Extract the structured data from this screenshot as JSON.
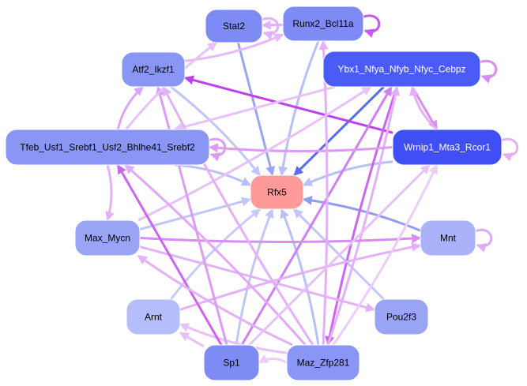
{
  "graph": {
    "target": "Rfx5",
    "nodes": [
      {
        "id": "Stat2",
        "label": "Stat2",
        "fill": "#7f8bf5",
        "text_color": "#000000"
      },
      {
        "id": "Runx2_Bcl11a",
        "label": "Runx2_Bcl11a",
        "fill": "#7f8bf5",
        "text_color": "#000000"
      },
      {
        "id": "Atf2_Ikzf1",
        "label": "Atf2_Ikzf1",
        "fill": "#8a96f5",
        "text_color": "#000000"
      },
      {
        "id": "Ybx1_Nfya_Nfyb_Nfyc_Cebpz",
        "label": "Ybx1_Nfya_Nfyb_Nfyc_Cebpz",
        "fill": "#4a5cf5",
        "text_color": "#ffffff"
      },
      {
        "id": "Tfeb_Usf1_Srebf1_Usf2_Bhlhe41_Srebf2",
        "label": "Tfeb_Usf1_Srebf1_Usf2_Bhlhe41_Srebf2",
        "fill": "#8a96f5",
        "text_color": "#000000"
      },
      {
        "id": "Wrnip1_Mta3_Rcor1",
        "label": "Wrnip1_Mta3_Rcor1",
        "fill": "#3f4ff5",
        "text_color": "#ffffff"
      },
      {
        "id": "Rfx5",
        "label": "Rfx5",
        "fill": "#ff9a9a",
        "text_color": "#000000"
      },
      {
        "id": "Max_Mycn",
        "label": "Max_Mycn",
        "fill": "#9aa4f5",
        "text_color": "#000000"
      },
      {
        "id": "Mnt",
        "label": "Mnt",
        "fill": "#aab2fa",
        "text_color": "#000000"
      },
      {
        "id": "Arnt",
        "label": "Arnt",
        "fill": "#b6bdfb",
        "text_color": "#000000"
      },
      {
        "id": "Pou2f3",
        "label": "Pou2f3",
        "fill": "#9aa4f5",
        "text_color": "#000000"
      },
      {
        "id": "Sp1",
        "label": "Sp1",
        "fill": "#7f8bf5",
        "text_color": "#000000"
      },
      {
        "id": "Maz_Zfp281",
        "label": "Maz_Zfp281",
        "fill": "#8a96f5",
        "text_color": "#000000"
      }
    ],
    "edges": [
      {
        "from": "Stat2",
        "to": "Rfx5",
        "color": "#9aa6f5"
      },
      {
        "from": "Runx2_Bcl11a",
        "to": "Rfx5",
        "color": "#b8c0f8"
      },
      {
        "from": "Atf2_Ikzf1",
        "to": "Rfx5",
        "color": "#c0c6f8"
      },
      {
        "from": "Ybx1_Nfya_Nfyb_Nfyc_Cebpz",
        "to": "Rfx5",
        "color": "#5a6bf0"
      },
      {
        "from": "Tfeb_Usf1_Srebf1_Usf2_Bhlhe41_Srebf2",
        "to": "Rfx5",
        "color": "#b8c0f8"
      },
      {
        "from": "Wrnip1_Mta3_Rcor1",
        "to": "Rfx5",
        "color": "#b8c0f8"
      },
      {
        "from": "Max_Mycn",
        "to": "Rfx5",
        "color": "#c0c6f8"
      },
      {
        "from": "Mnt",
        "to": "Rfx5",
        "color": "#8f9cf3"
      },
      {
        "from": "Arnt",
        "to": "Rfx5",
        "color": "#c6ccfa"
      },
      {
        "from": "Pou2f3",
        "to": "Rfx5",
        "color": "#c0c6f8"
      },
      {
        "from": "Sp1",
        "to": "Rfx5",
        "color": "#c0c6f8"
      },
      {
        "from": "Maz_Zfp281",
        "to": "Rfx5",
        "color": "#b8c0f8"
      },
      {
        "from": "Wrnip1_Mta3_Rcor1",
        "to": "Atf2_Ikzf1",
        "color": "#c040f0"
      },
      {
        "from": "Atf2_Ikzf1",
        "to": "Runx2_Bcl11a",
        "color": "#e8b8f8"
      },
      {
        "from": "Tfeb_Usf1_Srebf1_Usf2_Bhlhe41_Srebf2",
        "to": "Atf2_Ikzf1",
        "color": "#dca6f6"
      },
      {
        "from": "Ybx1_Nfya_Nfyb_Nfyc_Cebpz",
        "to": "Wrnip1_Mta3_Rcor1",
        "color": "#d88cf4"
      },
      {
        "from": "Wrnip1_Mta3_Rcor1",
        "to": "Ybx1_Nfya_Nfyb_Nfyc_Cebpz",
        "color": "#e4b0f8"
      },
      {
        "from": "Ybx1_Nfya_Nfyb_Nfyc_Cebpz",
        "to": "Maz_Zfp281",
        "color": "#cc66f2"
      },
      {
        "from": "Sp1",
        "to": "Ybx1_Nfya_Nfyb_Nfyc_Cebpz",
        "color": "#d080f4"
      },
      {
        "from": "Maz_Zfp281",
        "to": "Ybx1_Nfya_Nfyb_Nfyc_Cebpz",
        "color": "#e4b0f8"
      },
      {
        "from": "Wrnip1_Mta3_Rcor1",
        "to": "Tfeb_Usf1_Srebf1_Usf2_Bhlhe41_Srebf2",
        "color": "#dc9cf6"
      },
      {
        "from": "Ybx1_Nfya_Nfyb_Nfyc_Cebpz",
        "to": "Tfeb_Usf1_Srebf1_Usf2_Bhlhe41_Srebf2",
        "color": "#e8c0fa"
      },
      {
        "from": "Tfeb_Usf1_Srebf1_Usf2_Bhlhe41_Srebf2",
        "to": "Max_Mycn",
        "color": "#e4b0f8"
      },
      {
        "from": "Max_Mycn",
        "to": "Mnt",
        "color": "#d88cf4"
      },
      {
        "from": "Max_Mycn",
        "to": "Pou2f3",
        "color": "#e4b0f8"
      },
      {
        "from": "Max_Mycn",
        "to": "Ybx1_Nfya_Nfyb_Nfyc_Cebpz",
        "color": "#e8c0fa"
      },
      {
        "from": "Arnt",
        "to": "Mnt",
        "color": "#e4b0f8"
      },
      {
        "from": "Sp1",
        "to": "Arnt",
        "color": "#e8c0fa"
      },
      {
        "from": "Maz_Zfp281",
        "to": "Arnt",
        "color": "#e8c0fa"
      },
      {
        "from": "Maz_Zfp281",
        "to": "Sp1",
        "color": "#eccdfa"
      },
      {
        "from": "Sp1",
        "to": "Tfeb_Usf1_Srebf1_Usf2_Bhlhe41_Srebf2",
        "color": "#cc66f2"
      },
      {
        "from": "Maz_Zfp281",
        "to": "Tfeb_Usf1_Srebf1_Usf2_Bhlhe41_Srebf2",
        "color": "#e0a8f6"
      },
      {
        "from": "Maz_Zfp281",
        "to": "Max_Mycn",
        "color": "#e4b0f8"
      },
      {
        "from": "Sp1",
        "to": "Atf2_Ikzf1",
        "color": "#dc9cf6"
      },
      {
        "from": "Maz_Zfp281",
        "to": "Atf2_Ikzf1",
        "color": "#e4b0f8"
      },
      {
        "from": "Maz_Zfp281",
        "to": "Runx2_Bcl11a",
        "color": "#e4b0f8"
      },
      {
        "from": "Sp1",
        "to": "Wrnip1_Mta3_Rcor1",
        "color": "#e8c0fa"
      },
      {
        "from": "Maz_Zfp281",
        "to": "Wrnip1_Mta3_Rcor1",
        "color": "#eccdfa"
      },
      {
        "from": "Tfeb_Usf1_Srebf1_Usf2_Bhlhe41_Srebf2",
        "to": "Stat2",
        "color": "#e8c0fa"
      },
      {
        "from": "Runx2_Bcl11a",
        "to": "Stat2",
        "color": "#e4b0f8"
      }
    ],
    "self_loops": [
      {
        "node": "Stat2",
        "color": "#e4b0f8"
      },
      {
        "node": "Runx2_Bcl11a",
        "color": "#c658f2"
      },
      {
        "node": "Ybx1_Nfya_Nfyb_Nfyc_Cebpz",
        "color": "#d88cf4"
      },
      {
        "node": "Wrnip1_Mta3_Rcor1",
        "color": "#e4b0f8"
      },
      {
        "node": "Mnt",
        "color": "#e0a8f6"
      },
      {
        "node": "Tfeb_Usf1_Srebf1_Usf2_Bhlhe41_Srebf2",
        "color": "#dc9cf6"
      }
    ]
  }
}
